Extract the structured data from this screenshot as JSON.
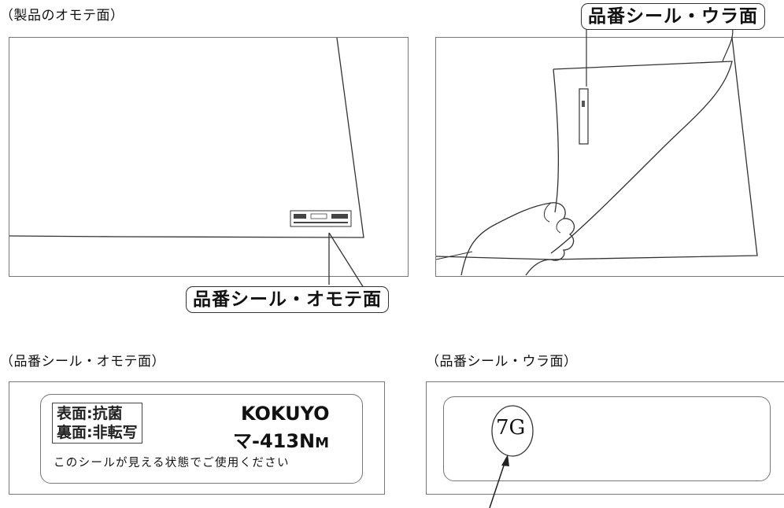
{
  "captions": {
    "product_front": "（製品のオモテ面）",
    "seal_front": "（品番シール・オモテ面）",
    "seal_back": "（品番シール・ウラ面）"
  },
  "callouts": {
    "seal_back": "品番シール・ウラ面",
    "seal_front": "品番シール・オモテ面"
  },
  "seal_front": {
    "surface_lines": [
      "表面:抗菌",
      "裏面:非転写"
    ],
    "brand": "KOKUYO",
    "model_main": "マ-413N",
    "model_suffix": "M",
    "notice": "このシールが見える状態でご使用ください"
  },
  "seal_back": {
    "code": "7G"
  }
}
